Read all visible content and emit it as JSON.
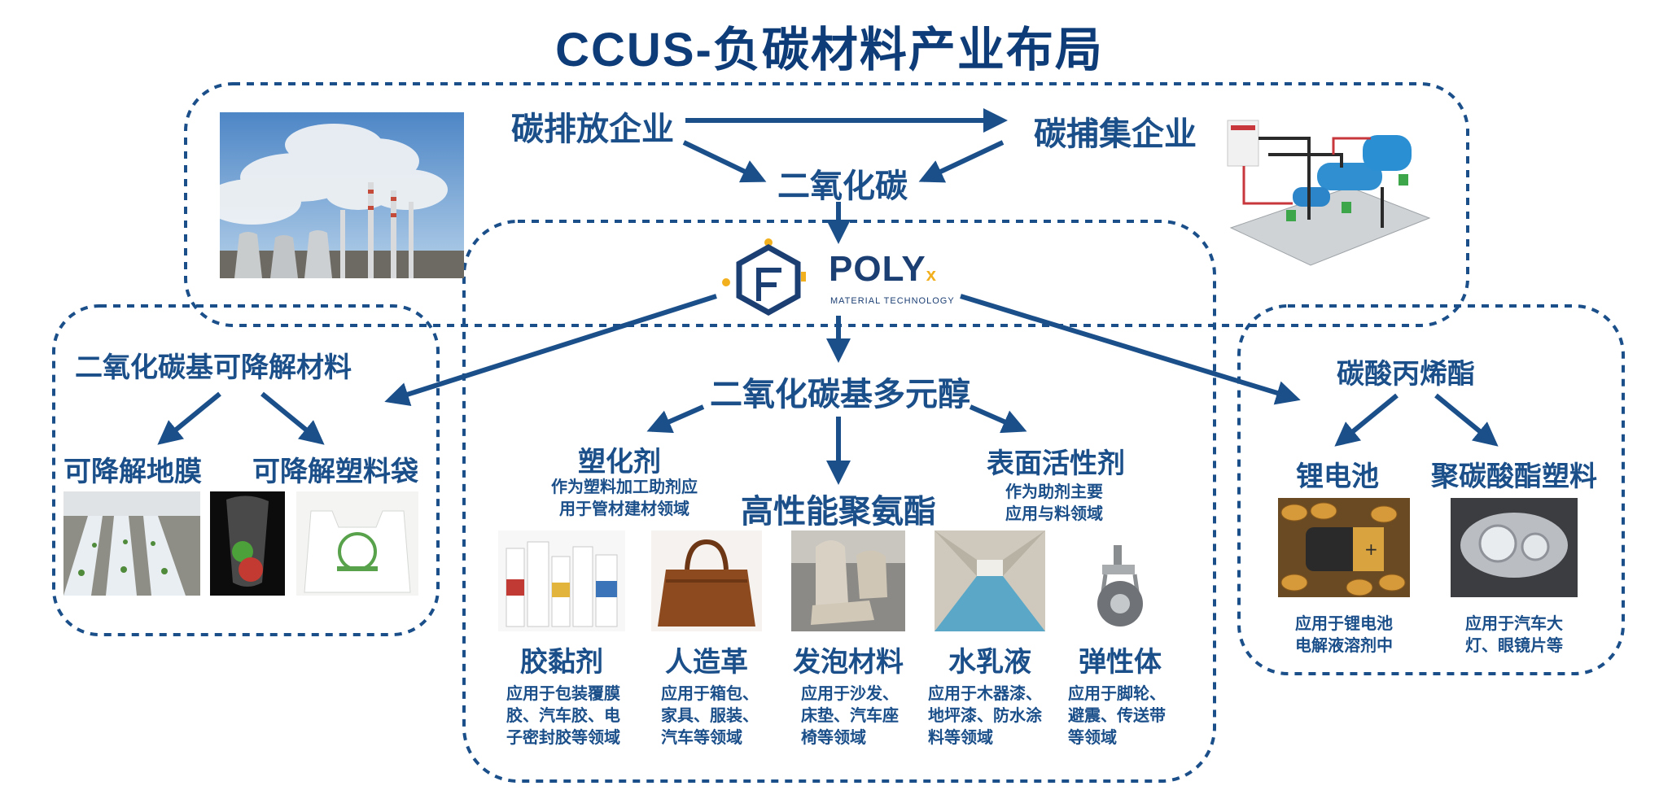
{
  "title": "CCUS-负碳材料产业布局",
  "top": {
    "emitter": "碳排放企业",
    "capture": "碳捕集企业",
    "co2": "二氧化碳"
  },
  "logo": {
    "brand": "POLY",
    "sub": "x",
    "tagline": "MATERIAL TECHNOLOGY"
  },
  "left": {
    "title": "二氧化碳基可降解材料",
    "film": "可降解地膜",
    "bag": "可降解塑料袋"
  },
  "center": {
    "polyol": "二氧化碳基多元醇",
    "plasticizer": "塑化剂",
    "plasticizer_desc": [
      "作为塑料加工助剂应",
      "用于管材建材领域"
    ],
    "pu": "高性能聚氨酯",
    "surfactant": "表面活性剂",
    "surfactant_desc": [
      "作为助剂主要",
      "应用与料领域"
    ],
    "products": [
      {
        "name": "胶黏剂",
        "desc": [
          "应用于包装覆膜",
          "胶、汽车胶、电",
          "子密封胶等领域"
        ]
      },
      {
        "name": "人造革",
        "desc": [
          "应用于箱包、",
          "家具、服装、",
          "汽车等领域"
        ]
      },
      {
        "name": "发泡材料",
        "desc": [
          "应用于沙发、",
          "床垫、汽车座",
          "椅等领域"
        ]
      },
      {
        "name": "水乳液",
        "desc": [
          "应用于木器漆、",
          "地坪漆、防水涂",
          "料等领域"
        ]
      },
      {
        "name": "弹性体",
        "desc": [
          "应用于脚轮、",
          "避震、传送带",
          "等领域"
        ]
      }
    ]
  },
  "right": {
    "title": "碳酸丙烯酯",
    "battery": "锂电池",
    "battery_desc": [
      "应用于锂电池",
      "电解液溶剂中"
    ],
    "pc": "聚碳酸酯塑料",
    "pc_desc": [
      "应用于汽车大",
      "灯、眼镜片等"
    ]
  },
  "colors": {
    "title": "#0d3c78",
    "text": "#1b4f8a",
    "arrow": "#1b4f8a",
    "dash": "#1b4f8a",
    "logo_accent": "#f2b01e"
  }
}
